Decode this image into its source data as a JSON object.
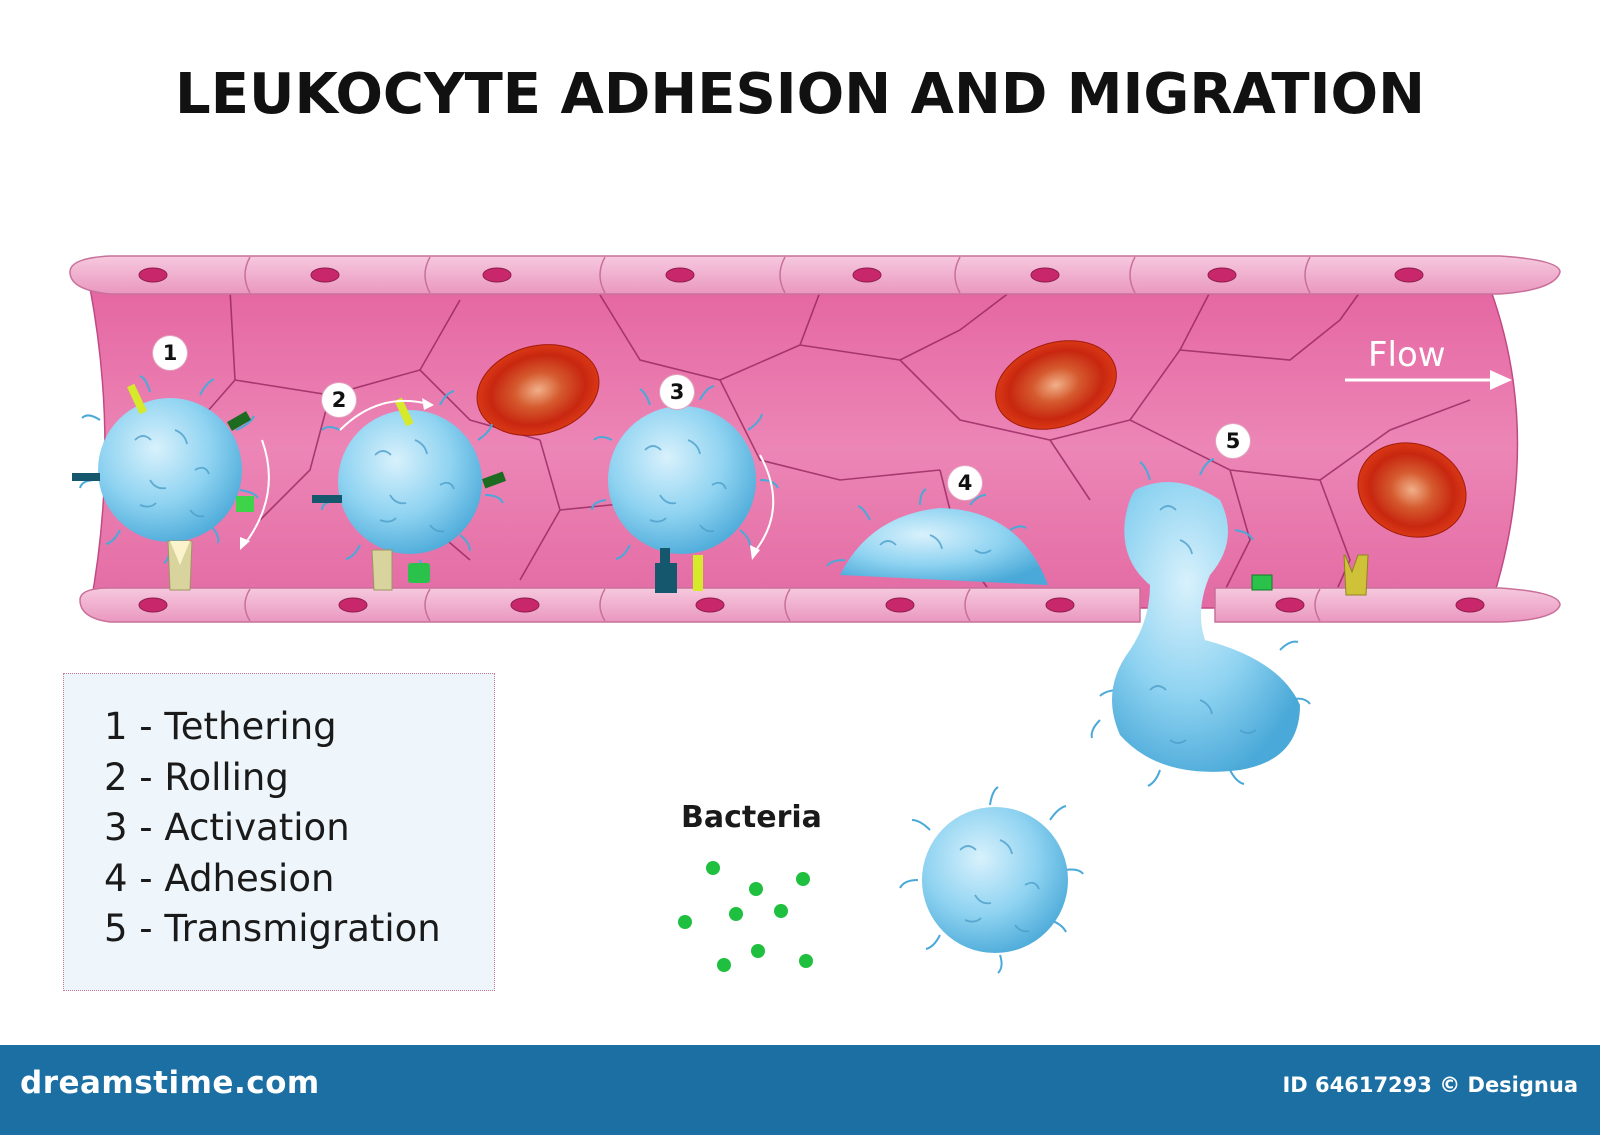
{
  "title": "LEUKOCYTE ADHESION AND MIGRATION",
  "flow_label": "Flow",
  "step_badges": [
    "1",
    "2",
    "3",
    "4",
    "5"
  ],
  "legend": {
    "items": [
      "1 - Tethering",
      "2 - Rolling",
      "3 - Activation",
      "4 - Adhesion",
      "5 - Transmigration"
    ]
  },
  "bacteria_label": "Bacteria",
  "footer": {
    "site": "dreamstime.com",
    "credit": "ID 64617293 © Designua",
    "color": "#1b6fa3"
  },
  "colors": {
    "vessel_wall": "#e46fa5",
    "endothelium": "#f2b6d1",
    "leukocyte": "#7fcbec",
    "red_blood_cell": "#d12b10",
    "bacteria": "#1fbf3f"
  }
}
